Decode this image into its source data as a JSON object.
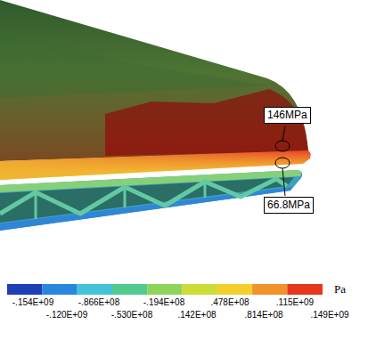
{
  "diagram": {
    "nodes": [
      {
        "text": [
          "146MPa"
        ]
      },
      {
        "text": [
          "66.8MPa"
        ]
      }
    ],
    "labels": [
      "-.154E+09",
      "-.866E+08",
      "-.194E+08",
      ".478E+08",
      ".115E+09",
      "-.120E+09",
      "-.530E+08",
      ".142E+08",
      ".814E+08",
      ".149E+09",
      "Pa"
    ]
  }
}
